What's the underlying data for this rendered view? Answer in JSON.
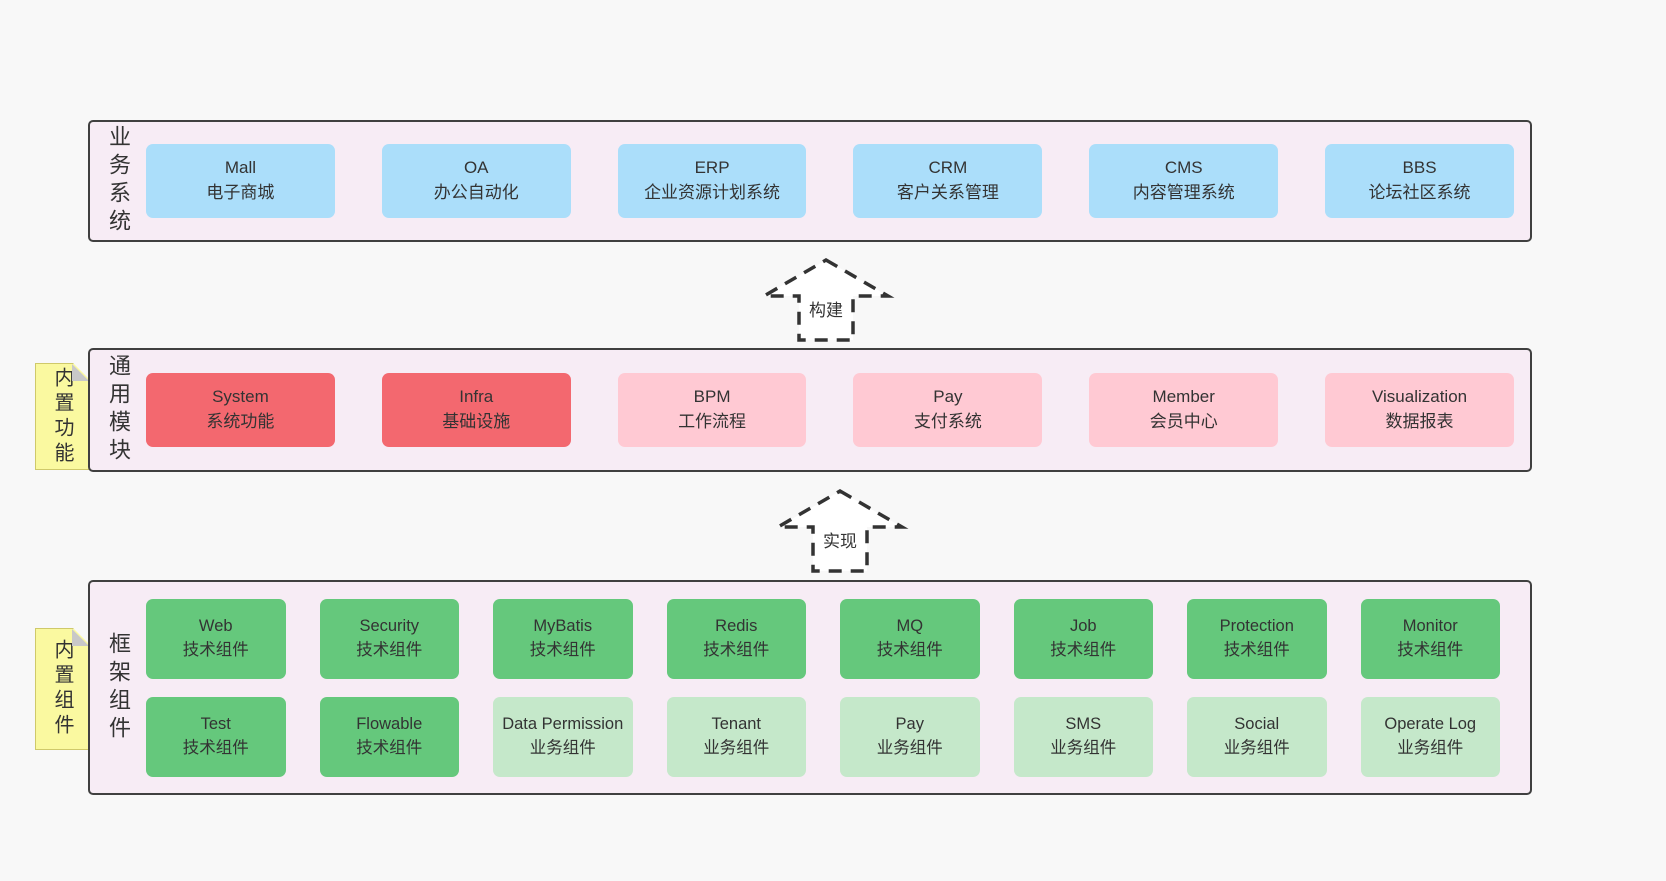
{
  "colors": {
    "page_bg": "#f8f8f8",
    "layer_bg": "#f7ecf5",
    "layer_border": "#404040",
    "blue_box": "#abdefa",
    "red_box": "#f3686f",
    "pink_box": "#ffc9d3",
    "green_dark_box": "#65c87c",
    "green_light_box": "#c5e8ca",
    "sticky_note": "#faf9a0",
    "text": "#333333"
  },
  "business_layer": {
    "label": "业务系统",
    "boxes": [
      {
        "title": "Mall",
        "subtitle": "电子商城"
      },
      {
        "title": "OA",
        "subtitle": "办公自动化"
      },
      {
        "title": "ERP",
        "subtitle": "企业资源计划系统"
      },
      {
        "title": "CRM",
        "subtitle": "客户关系管理"
      },
      {
        "title": "CMS",
        "subtitle": "内容管理系统"
      },
      {
        "title": "BBS",
        "subtitle": "论坛社区系统"
      }
    ]
  },
  "build_arrow": {
    "label": "构建"
  },
  "module_layer": {
    "label": "通用模块",
    "note": "内置功能",
    "boxes": [
      {
        "title": "System",
        "subtitle": "系统功能"
      },
      {
        "title": "Infra",
        "subtitle": "基础设施"
      },
      {
        "title": "BPM",
        "subtitle": "工作流程"
      },
      {
        "title": "Pay",
        "subtitle": "支付系统"
      },
      {
        "title": "Member",
        "subtitle": "会员中心"
      },
      {
        "title": "Visualization",
        "subtitle": "数据报表"
      }
    ]
  },
  "implement_arrow": {
    "label": "实现"
  },
  "component_layer": {
    "label": "框架组件",
    "note": "内置组件",
    "row1": [
      {
        "title": "Web",
        "subtitle": "技术组件"
      },
      {
        "title": "Security",
        "subtitle": "技术组件"
      },
      {
        "title": "MyBatis",
        "subtitle": "技术组件"
      },
      {
        "title": "Redis",
        "subtitle": "技术组件"
      },
      {
        "title": "MQ",
        "subtitle": "技术组件"
      },
      {
        "title": "Job",
        "subtitle": "技术组件"
      },
      {
        "title": "Protection",
        "subtitle": "技术组件"
      },
      {
        "title": "Monitor",
        "subtitle": "技术组件"
      }
    ],
    "row2": [
      {
        "title": "Test",
        "subtitle": "技术组件"
      },
      {
        "title": "Flowable",
        "subtitle": "技术组件"
      },
      {
        "title": "Data Permission",
        "subtitle": "业务组件"
      },
      {
        "title": "Tenant",
        "subtitle": "业务组件"
      },
      {
        "title": "Pay",
        "subtitle": "业务组件"
      },
      {
        "title": "SMS",
        "subtitle": "业务组件"
      },
      {
        "title": "Social",
        "subtitle": "业务组件"
      },
      {
        "title": "Operate Log",
        "subtitle": "业务组件"
      }
    ]
  }
}
